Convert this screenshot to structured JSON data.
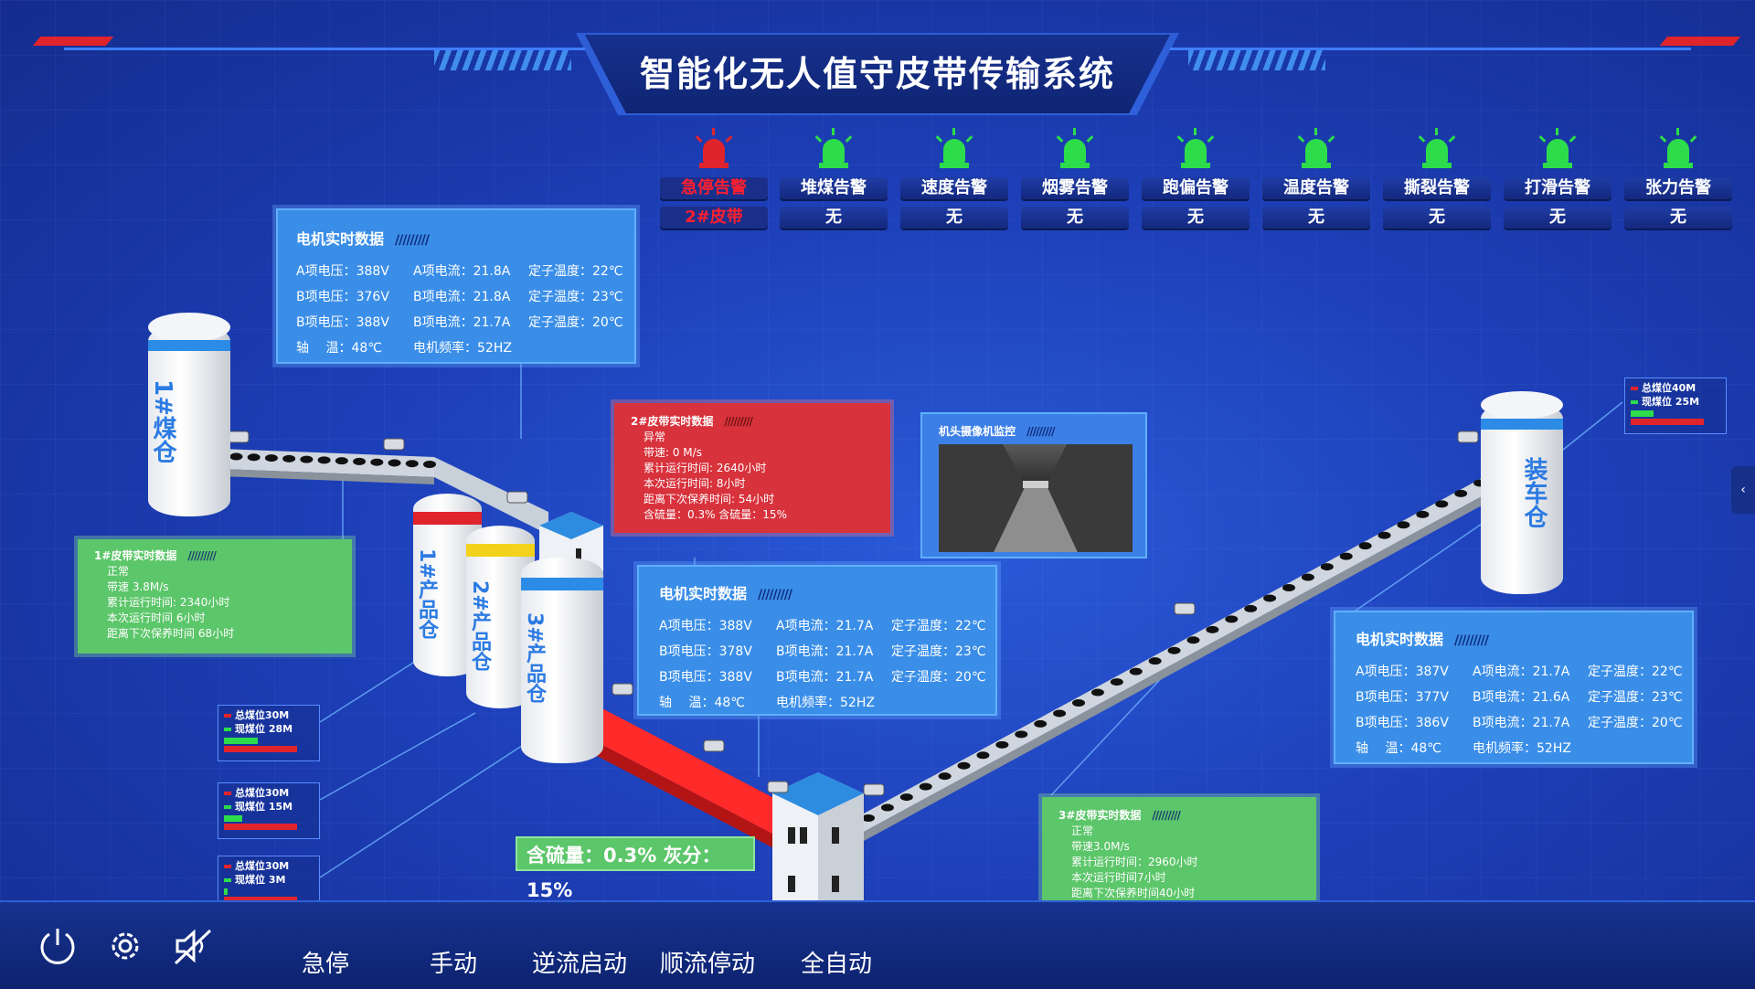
{
  "header": {
    "title": "智能化无人值守皮带传输系统"
  },
  "alarms": [
    {
      "label": "急停告警",
      "value": "2#皮带",
      "status": "red"
    },
    {
      "label": "堆煤告警",
      "value": "无",
      "status": "green"
    },
    {
      "label": "速度告警",
      "value": "无",
      "status": "green"
    },
    {
      "label": "烟雾告警",
      "value": "无",
      "status": "green"
    },
    {
      "label": "跑偏告警",
      "value": "无",
      "status": "green"
    },
    {
      "label": "温度告警",
      "value": "无",
      "status": "green"
    },
    {
      "label": "撕裂告警",
      "value": "无",
      "status": "green"
    },
    {
      "label": "打滑告警",
      "value": "无",
      "status": "green"
    },
    {
      "label": "张力告警",
      "value": "无",
      "status": "green"
    }
  ],
  "motor_panels": [
    {
      "title": "电机实时数据",
      "hash": "/////////",
      "rows": [
        [
          "A项电压：388V",
          "A项电流：21.8A",
          "定子温度：22℃"
        ],
        [
          "B项电压：376V",
          "B项电流：21.8A",
          "定子温度：23℃"
        ],
        [
          "B项电压：388V",
          "B项电流：21.7A",
          "定子温度：20℃"
        ],
        [
          "轴　 温：48℃",
          "电机频率：52HZ",
          ""
        ]
      ]
    },
    {
      "title": "电机实时数据",
      "hash": "/////////",
      "rows": [
        [
          "A项电压：388V",
          "A项电流：21.7A",
          "定子温度：22℃"
        ],
        [
          "B项电压：378V",
          "B项电流：21.7A",
          "定子温度：23℃"
        ],
        [
          "B项电压：388V",
          "B项电流：21.7A",
          "定子温度：20℃"
        ],
        [
          "轴　 温：48℃",
          "电机频率：52HZ",
          ""
        ]
      ]
    },
    {
      "title": "电机实时数据",
      "hash": "/////////",
      "rows": [
        [
          "A项电压：387V",
          "A项电流：21.7A",
          "定子温度：22℃"
        ],
        [
          "B项电压：377V",
          "B项电流：21.6A",
          "定子温度：23℃"
        ],
        [
          "B项电压：386V",
          "B项电流：21.7A",
          "定子温度：20℃"
        ],
        [
          "轴　 温：48℃",
          "电机频率：52HZ",
          ""
        ]
      ]
    }
  ],
  "belt1": {
    "title": "1#皮带实时数据",
    "hash": "/////////",
    "lines": [
      "正常",
      "带速  3.8M/s",
      "累计运行时间:  2340小时",
      "本次运行时间  6小时",
      "距离下次保养时间  68小时"
    ]
  },
  "belt2": {
    "title": "2#皮带实时数据",
    "hash": "/////////",
    "lines": [
      "异常",
      "带速:      0 M/s",
      "累计运行时间:   2640小时",
      "本次运行时间:    8小时",
      "距离下次保养时间:    54小时",
      "含硫量：0.3%   含硫量：15%"
    ]
  },
  "belt3": {
    "title": "3#皮带实时数据",
    "hash": "/////////",
    "lines": [
      "正常",
      "带速3.0M/s",
      "累计运行时间：2960小时",
      "本次运行时间7小时",
      "距离下次保养时间40小时"
    ]
  },
  "camera": {
    "title": "机头摄像机监控",
    "hash": "/////////"
  },
  "levels": [
    {
      "total": "总煤位30M",
      "current": "现煤位 28M",
      "fill": 0.93
    },
    {
      "total": "总煤位30M",
      "current": "现煤位 15M",
      "fill": 0.5
    },
    {
      "total": "总煤位30M",
      "current": "现煤位 3M",
      "fill": 0.1
    },
    {
      "total": "总煤位40M",
      "current": "现煤位 25M",
      "fill": 0.62
    }
  ],
  "silos": {
    "coal": "1#煤仓",
    "p1": "1#产品仓",
    "p2": "2#产品仓",
    "p3": "3#产品仓",
    "load": "装车仓"
  },
  "sulfur_text": "含硫量：0.3% 灰分：15%",
  "controls": {
    "emergency": "急停",
    "manual": "手动",
    "reverse_start": "逆流启动",
    "forward_stop": "顺流停动",
    "auto": "全自动"
  },
  "side_tab": "‹",
  "colors": {
    "alarm_red": "#e0242c",
    "alarm_green": "#2ddc4a",
    "panel_blue": "#3a8ee8",
    "panel_green": "#5cc66a",
    "panel_red": "#d8323c"
  }
}
